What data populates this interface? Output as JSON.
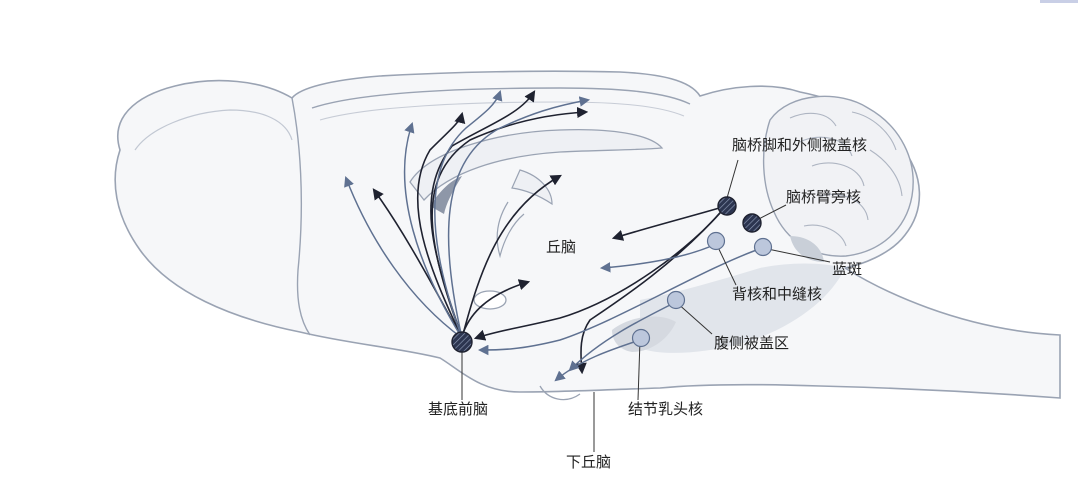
{
  "labels": {
    "thalamus": "丘脑",
    "ppt_ldt": "脑桥脚和外侧被盖核",
    "parabrachial": "脑桥臂旁核",
    "locus_coeruleus": "蓝斑",
    "raphe": "背核和中缝核",
    "vta": "腹侧被盖区",
    "basal_forebrain": "基底前脑",
    "tmn": "结节乳头核",
    "hypothalamus": "下丘脑"
  },
  "colors": {
    "outline": "#9aa3b3",
    "brain_fill": "#f6f7f9",
    "shade": "#d9dde4",
    "dark_pathway": "#1f2230",
    "light_pathway": "#5f7191",
    "hatched_nucleus": "#2c3550",
    "light_nucleus": "#bcc7dc",
    "corner_bar": "#c9cfe6"
  }
}
